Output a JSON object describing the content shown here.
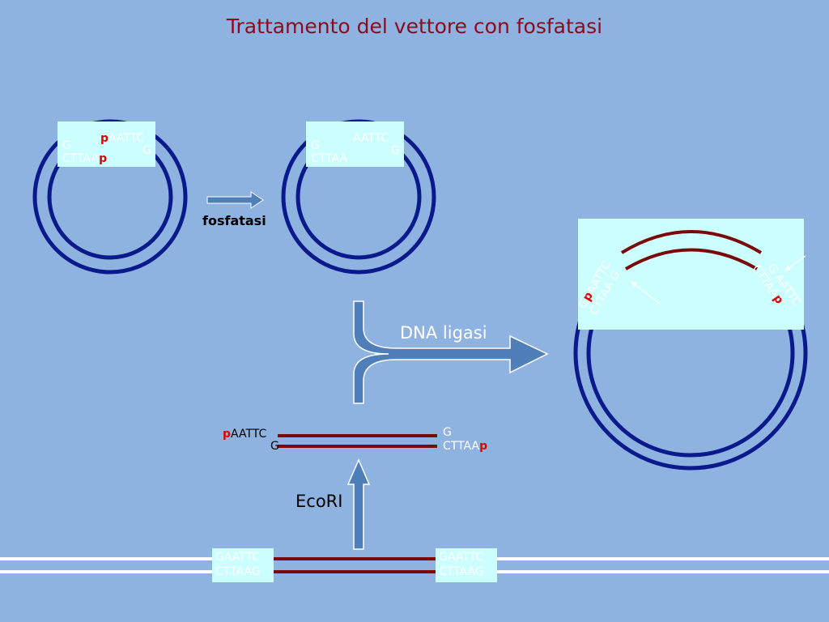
{
  "title": "Trattamento del vettore con fosfatasi",
  "plasmid_left": {
    "top_p": "p",
    "top_seq": "AATTC",
    "left_g": "G",
    "right_g": "G",
    "bottom_seq": "CTTAA",
    "bottom_p": "p"
  },
  "plasmid_middle": {
    "top_seq": "AATTC",
    "left_g": "G",
    "right_g": "G",
    "bottom_seq": "CTTAA"
  },
  "fosfatasi_label": "fosfatasi",
  "ligase_label": "DNA ligasi",
  "ecori_label": "EcoRI",
  "fragment": {
    "left_p": "p",
    "left_top": "AATTC",
    "left_bottom": "G",
    "right_top": "G",
    "right_bottom": "CTTAA",
    "right_p": "p"
  },
  "genomic": {
    "left_top": "GAATTC",
    "left_bottom": "CTTAAG",
    "right_top": "GAATTC",
    "right_bottom": "CTTAAG"
  },
  "recombinant": {
    "left_g": "G",
    "left_p": "p",
    "left_top": "AATTC",
    "left_bottom": "CTTAA",
    "left_c": "G",
    "right_g": "G",
    "right_top": "AATTC",
    "right_bottom": "CTTAA",
    "right_p": "p"
  },
  "colors": {
    "background": "#8fb3e0",
    "title": "#8b0a1e",
    "plasmid": "#0a1a8c",
    "insert": "#7a0a0a",
    "box": "#ccffff",
    "arrow": "#4f7fb8",
    "phosphate": "#e00000"
  }
}
